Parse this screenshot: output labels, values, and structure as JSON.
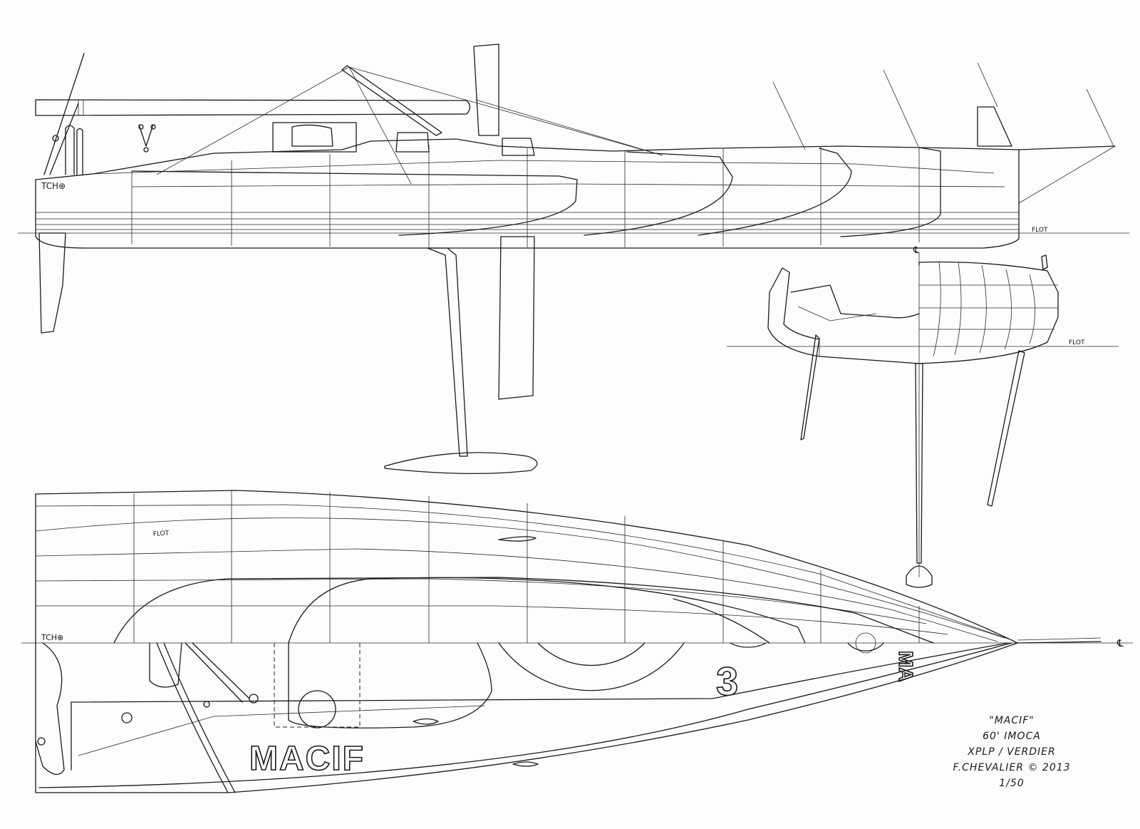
{
  "drawing": {
    "title_block": {
      "boat_name": "\"MACIF\"",
      "class": "60' IMOCA",
      "designer": "XPLP / VERDIER",
      "author": "F.CHEVALIER © 2013",
      "scale": "1/50"
    },
    "profile_view": {
      "waterline_label": "FLOT",
      "mark_label": "TCH⊕"
    },
    "section_view": {
      "waterline_label": "FLOT",
      "centerline_label": "℄"
    },
    "plan_view": {
      "waterline_label": "FLOT",
      "mark_label": "TCH⊕",
      "hull_logo": "MACIF",
      "sail_number": "3",
      "bow_letters": "MA",
      "centerline_label": "℄"
    },
    "ink_color": "#1a1a1a",
    "paper_color": "#fdfdfd"
  }
}
